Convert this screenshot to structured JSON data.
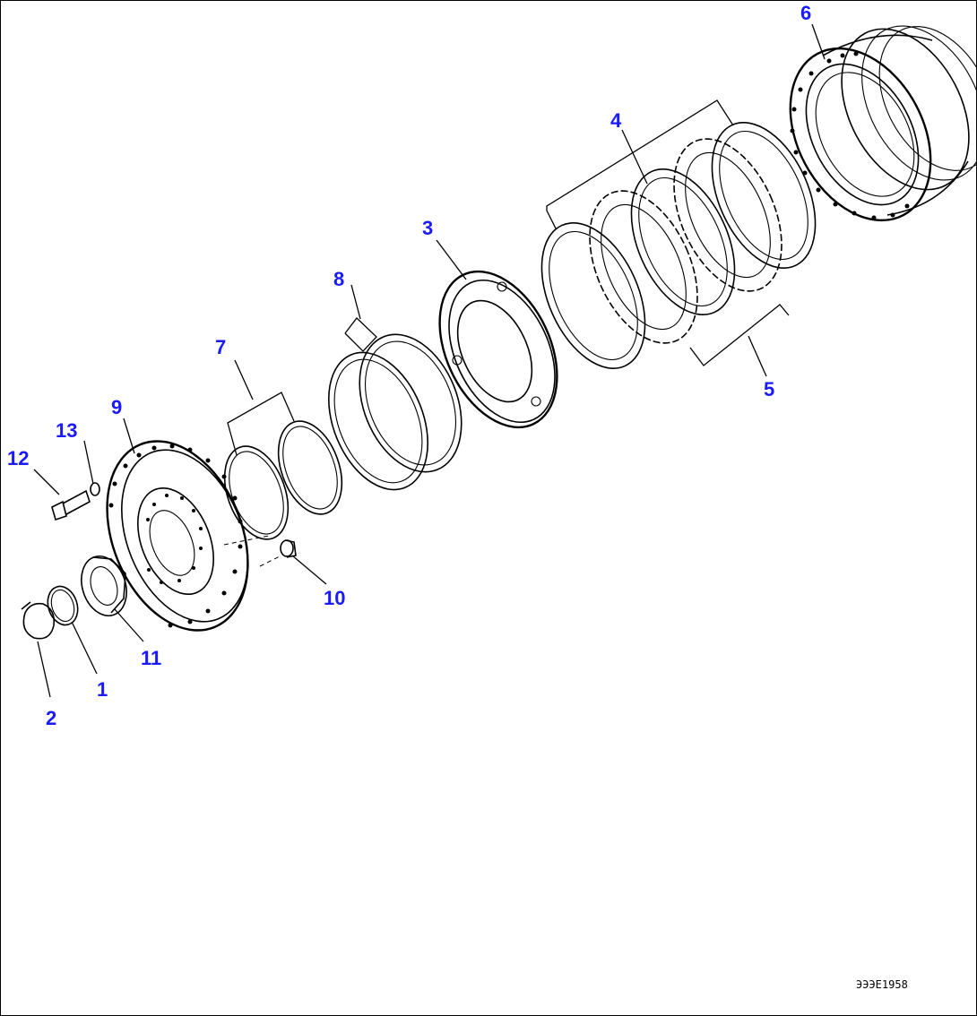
{
  "diagram": {
    "callouts": {
      "c1": "1",
      "c2": "2",
      "c3": "3",
      "c4": "4",
      "c5": "5",
      "c6": "6",
      "c7": "7",
      "c8": "8",
      "c9": "9",
      "c10": "10",
      "c11": "11",
      "c12": "12",
      "c13": "13"
    },
    "drawing_number": "ЭЭЭЕ1958",
    "colors": {
      "callout": "#1a1aff",
      "line": "#000000",
      "background": "#ffffff"
    }
  }
}
